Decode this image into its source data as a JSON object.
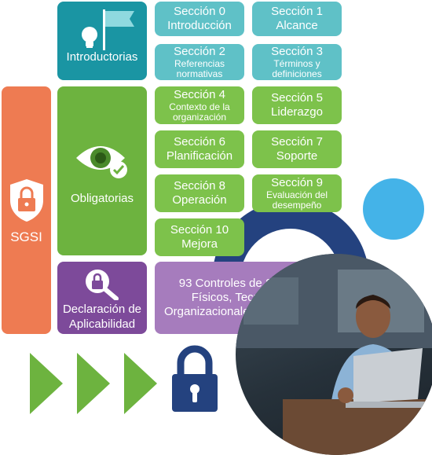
{
  "sgsi": {
    "label": "SGSI"
  },
  "categories": {
    "introductorias": "Introductorias",
    "obligatorias": "Obligatorias",
    "declaracion": "Declaración de Aplicabilidad"
  },
  "sections": [
    {
      "title": "Sección 0",
      "desc": "Introducción"
    },
    {
      "title": "Sección 1",
      "desc": "Alcance"
    },
    {
      "title": "Sección 2",
      "desc": "Referencias normativas"
    },
    {
      "title": "Sección 3",
      "desc": "Términos y definiciones"
    },
    {
      "title": "Sección 4",
      "desc": "Contexto de la organización"
    },
    {
      "title": "Sección 5",
      "desc": "Liderazgo"
    },
    {
      "title": "Sección 6",
      "desc": "Planificación"
    },
    {
      "title": "Sección 7",
      "desc": "Soporte"
    },
    {
      "title": "Sección 8",
      "desc": "Operación"
    },
    {
      "title": "Sección 9",
      "desc": "Evaluación del desempeño"
    },
    {
      "title": "Sección 10",
      "desc": "Mejora"
    }
  ],
  "controls": "93 Controles de Seguridad Físicos, Tecnológicos, Organizacionales y de Personas",
  "colors": {
    "teal": "#1a95a3",
    "teal_light": "#5fc1c7",
    "green": "#6db33f",
    "green_light": "#7dc24b",
    "purple": "#7d4a9a",
    "purple_light": "#a67cbd",
    "orange": "#ee7b52",
    "navy": "#24427f",
    "sky": "#44b3e8"
  },
  "icons": [
    "shield-lock-icon",
    "lightbulb-icon",
    "flag-icon",
    "eye-check-icon",
    "magnifier-lock-icon",
    "arrow-icon",
    "padlock-icon",
    "person-laptop-photo"
  ]
}
